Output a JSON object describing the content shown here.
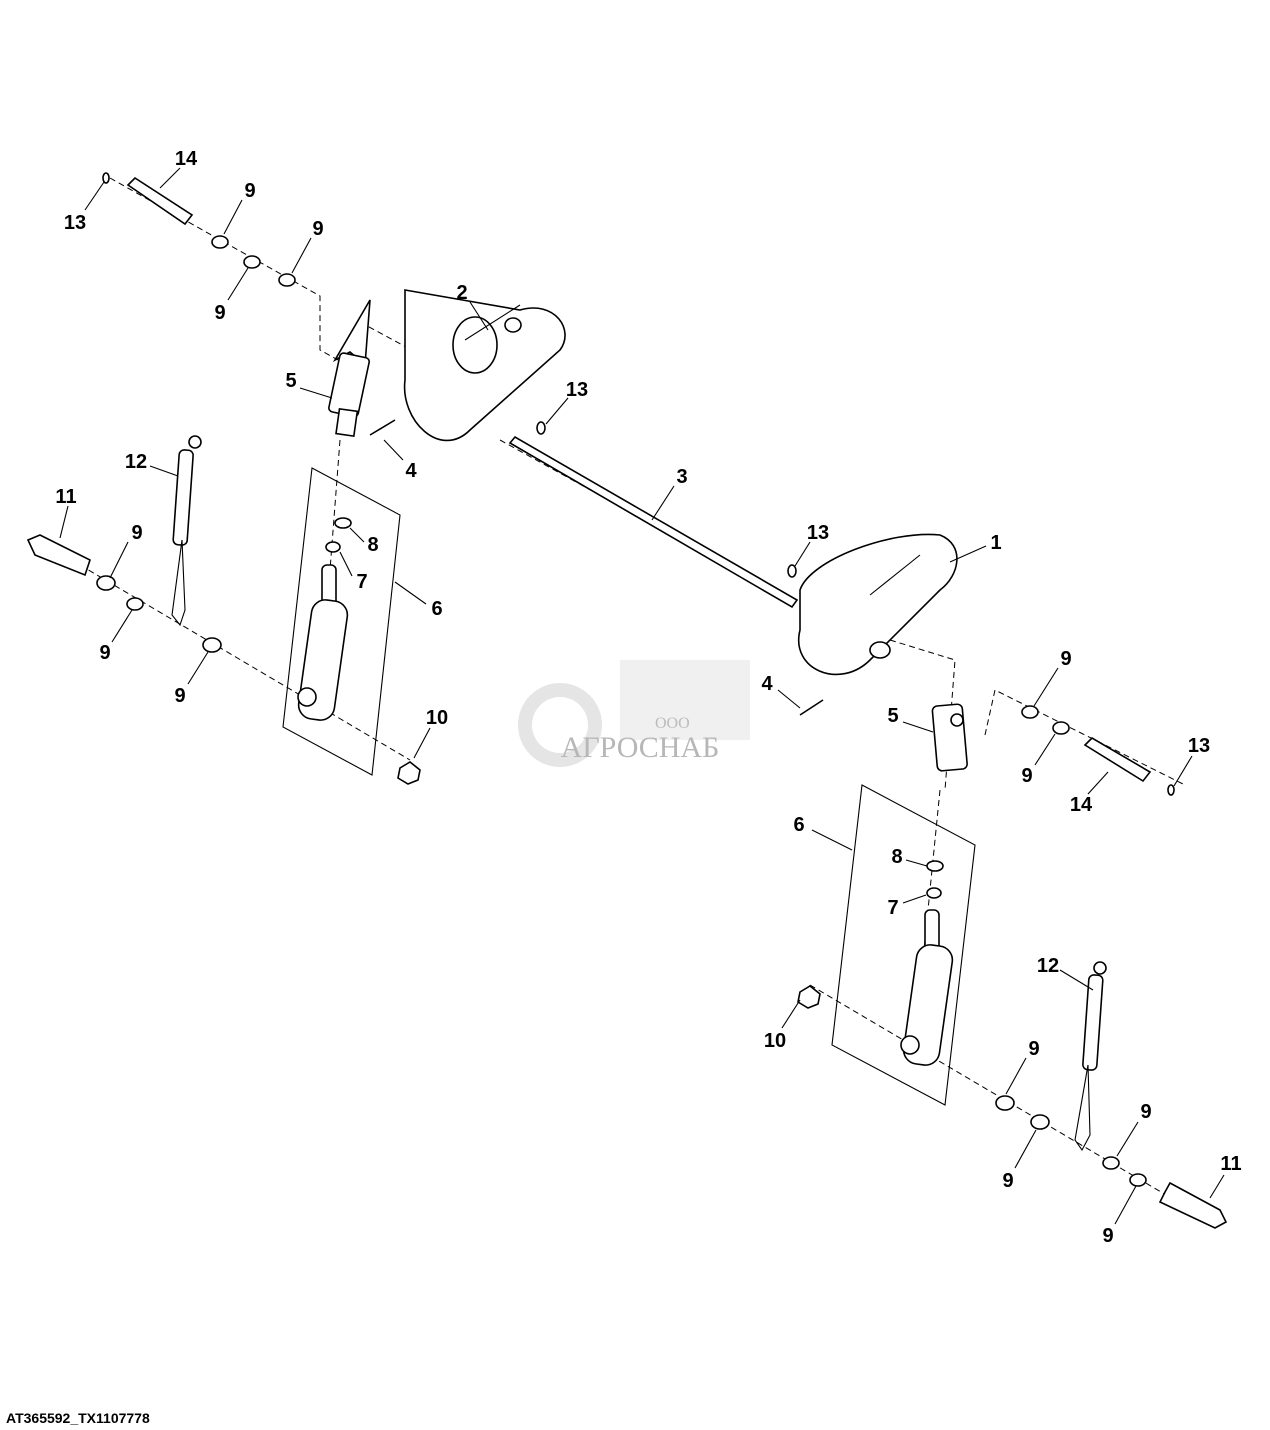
{
  "footer_id": "AT365592_TX1107778",
  "watermark": {
    "prefix": "ООО",
    "name": "АГРОСНАБ"
  },
  "callouts": [
    "14",
    "13",
    "9",
    "9",
    "9",
    "2",
    "5",
    "13",
    "4",
    "12",
    "11",
    "3",
    "13",
    "1",
    "9",
    "8",
    "7",
    "6",
    "9",
    "9",
    "10",
    "9",
    "4",
    "5",
    "13",
    "9",
    "14",
    "6",
    "8",
    "7",
    "12",
    "10",
    "9",
    "9",
    "11",
    "9",
    "9"
  ]
}
